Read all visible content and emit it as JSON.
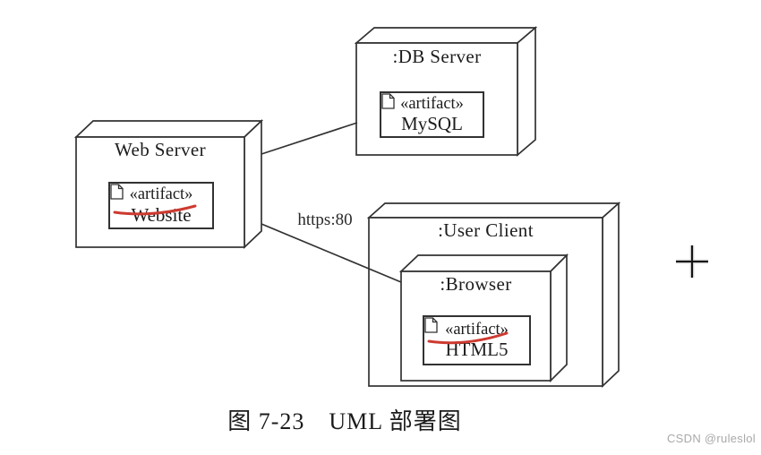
{
  "diagram": {
    "type": "uml-deployment-diagram",
    "stereotype_label": "«artifact»",
    "nodes": {
      "web_server": {
        "title": "Web Server",
        "artifact_name": "Website"
      },
      "db_server": {
        "title": ":DB Server",
        "artifact_name": "MySQL"
      },
      "user_client": {
        "title": ":User Client"
      },
      "browser": {
        "title": ":Browser",
        "artifact_name": "HTML5"
      }
    },
    "connectors": [
      {
        "from": "Web Server",
        "to": ":DB Server",
        "label": ""
      },
      {
        "from": "Web Server",
        "to": ":Browser",
        "label": "https:80"
      }
    ],
    "annotations": {
      "red_underlines_on": [
        "Website «artifact»",
        "HTML5 «artifact»"
      ]
    },
    "caption": "图 7-23　UML 部署图",
    "watermark": "CSDN @ruleslol",
    "colors": {
      "line": "#323232",
      "annotation_red": "#cd3a30",
      "watermark_gray": "#a9a9a9",
      "text": "#1c1c1c"
    }
  }
}
